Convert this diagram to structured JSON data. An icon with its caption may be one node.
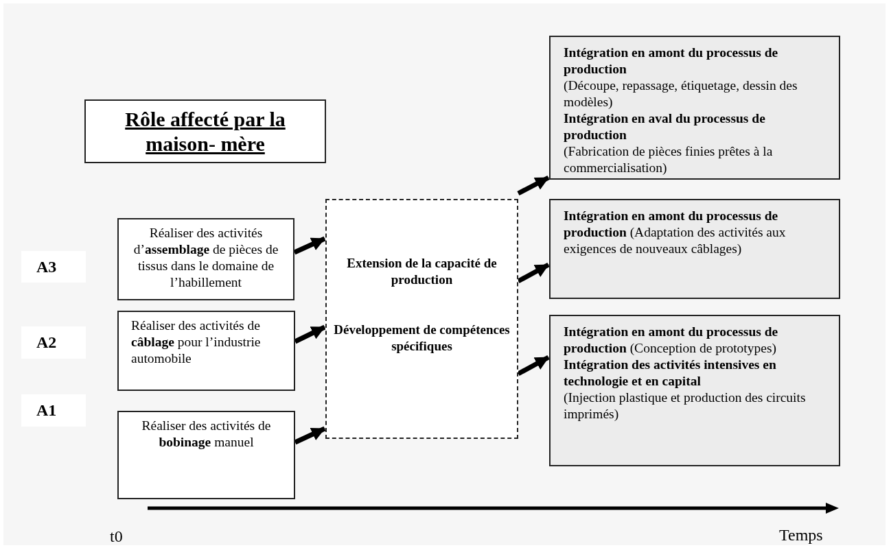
{
  "diagram": {
    "nodes": [
      {
        "text": [
          "Rôle affecté par la maison- mère"
        ]
      },
      {
        "text": [
          "A3"
        ]
      },
      {
        "text": [
          "Réaliser des activités d’**assemblage** de pièces de tissus dans le domaine de l’habillement"
        ]
      },
      {
        "text": [
          "A2"
        ]
      },
      {
        "text": [
          "Réaliser des activités de **câblage** pour l’industrie automobile"
        ]
      },
      {
        "text": [
          "A1"
        ]
      },
      {
        "text": [
          "Réaliser des activités de **bobinage** manuel"
        ]
      },
      {
        "text": [
          "Extension de la capacité de production",
          "Développement de compétences spécifiques"
        ]
      },
      {
        "text": [
          "Intégration en amont du processus de production",
          " (Découpe, repassage, étiquetage, dessin des modèles)",
          "Intégration en aval du processus de production",
          "(Fabrication de pièces finies prêtes à la commercialisation)"
        ]
      },
      {
        "text": [
          "**Intégration en amont du processus de production** (Adaptation des activités aux exigences de nouveaux câblages)"
        ]
      },
      {
        "text": [
          "**Intégration en amont du processus de production** (Conception de prototypes)",
          "Intégration des activités intensives en technologie et en capital",
          "(Injection plastique et production des circuits imprimés)"
        ]
      }
    ],
    "edges": [
      {
        "from": 2,
        "to": 7,
        "arrow": "to"
      },
      {
        "from": 4,
        "to": 7,
        "arrow": "to"
      },
      {
        "from": 6,
        "to": 7,
        "arrow": "to"
      },
      {
        "from": 7,
        "to": 8,
        "arrow": "to"
      },
      {
        "from": 7,
        "to": 9,
        "arrow": "to"
      },
      {
        "from": 7,
        "to": 10,
        "arrow": "to"
      }
    ],
    "labels": [
      "t0",
      "Temps"
    ]
  }
}
